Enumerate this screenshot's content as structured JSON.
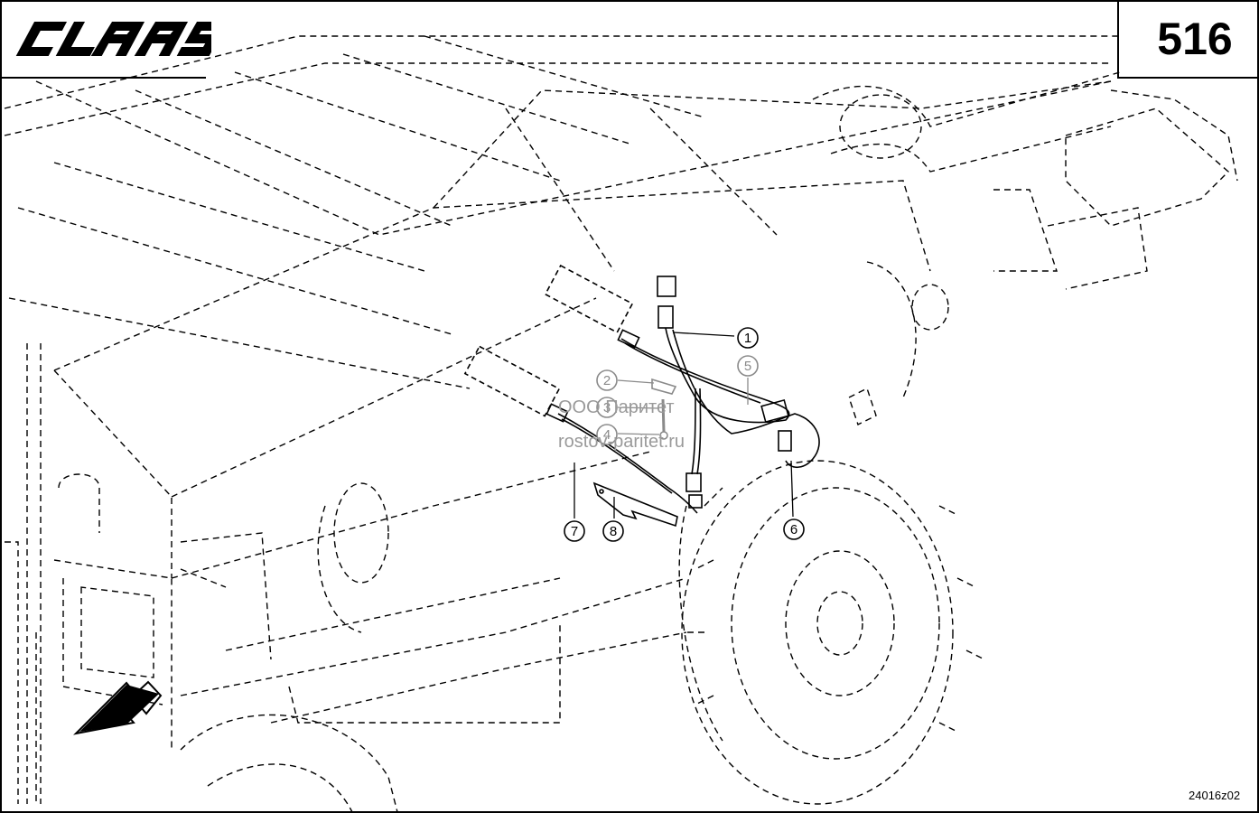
{
  "brand": {
    "logo_text": "CLAAS"
  },
  "page_number": "516",
  "drawing_code": "24016z02",
  "watermark": {
    "line1": "ООО Паритет",
    "line2": "rostov-paritet.ru"
  },
  "callouts": [
    {
      "id": "c1",
      "label": "1",
      "style": "bold"
    },
    {
      "id": "c2",
      "label": "2",
      "style": "faded"
    },
    {
      "id": "c3",
      "label": "3",
      "style": "faded"
    },
    {
      "id": "c4",
      "label": "4",
      "style": "faded"
    },
    {
      "id": "c5",
      "label": "5",
      "style": "faded"
    },
    {
      "id": "c6",
      "label": "6",
      "style": "bold"
    },
    {
      "id": "c7",
      "label": "7",
      "style": "bold"
    },
    {
      "id": "c8",
      "label": "8",
      "style": "bold"
    }
  ],
  "colors": {
    "line": "#000000",
    "faded": "#8a8a8a",
    "background": "#ffffff"
  }
}
